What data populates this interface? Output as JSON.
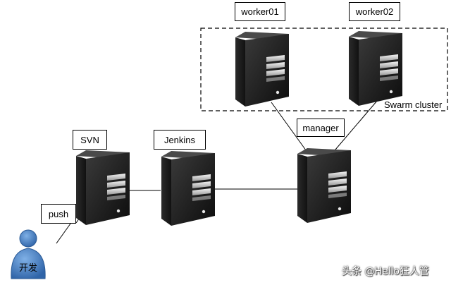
{
  "nodes": {
    "worker01": {
      "label": "worker01"
    },
    "worker02": {
      "label": "worker02"
    },
    "manager": {
      "label": "manager"
    },
    "svn": {
      "label": "SVN"
    },
    "jenkins": {
      "label": "Jenkins"
    }
  },
  "cluster": {
    "label": "Swarm cluster"
  },
  "edges": {
    "push_label": "push"
  },
  "developer": {
    "label": "开发"
  },
  "watermark": {
    "text": "头条 @Hello狂人管"
  },
  "colors": {
    "server_body": "#1a1a1a",
    "server_side": "#3a3a3a",
    "person_fill": "#4f86c6",
    "line": "#000000"
  }
}
